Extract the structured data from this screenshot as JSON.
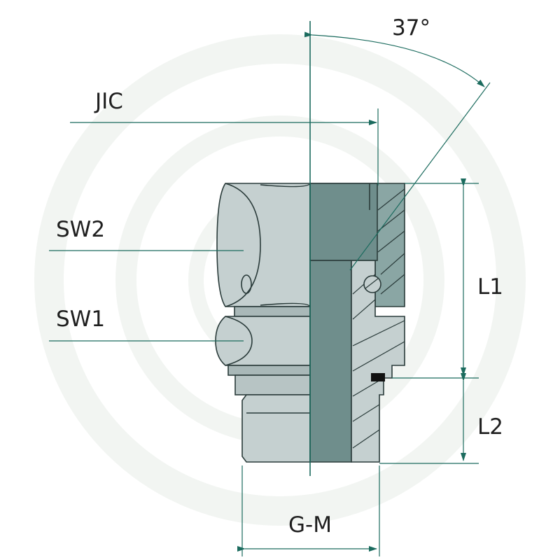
{
  "labels": {
    "angle": "37°",
    "jic": "JIC",
    "sw2": "SW2",
    "sw1": "SW1",
    "l1": "L1",
    "l2": "L2",
    "gm": "G-M"
  },
  "colors": {
    "dimension_line": "#1b6b5e",
    "body_light": "#c5d0d0",
    "body_mid": "#a9b8b8",
    "section_dark": "#6f8e8c",
    "section_mid": "#8aa6a4",
    "outline": "#2a3b3a",
    "watermark": "#f2f5f2",
    "seal": "#111111"
  },
  "icons": {
    "watermark": "brand-ring-watermark",
    "arrow": "dimension-arrowhead"
  }
}
